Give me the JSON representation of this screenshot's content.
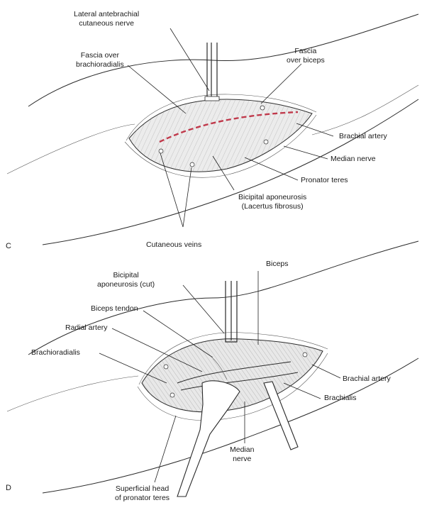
{
  "panels": [
    {
      "letter": "C",
      "labels": {
        "lateral_antebrachial_nerve": [
          "Lateral antebrachial",
          "cutaneous nerve"
        ],
        "fascia_brachioradialis": [
          "Fascia over",
          "brachioradialis"
        ],
        "fascia_biceps": [
          "Fascia",
          "over biceps"
        ],
        "brachial_artery": "Brachial artery",
        "median_nerve": "Median nerve",
        "pronator_teres": "Pronator teres",
        "bicipital_aponeurosis": [
          "Bicipital aponeurosis",
          "(Lacertus fibrosus)"
        ],
        "cutaneous_veins": "Cutaneous veins"
      }
    },
    {
      "letter": "D",
      "labels": {
        "biceps": "Biceps",
        "bicipital_aponeurosis_cut": [
          "Bicipital",
          "aponeurosis (cut)"
        ],
        "biceps_tendon": "Biceps tendon",
        "radial_artery": "Radial artery",
        "brachioradialis": "Brachioradialis",
        "brachial_artery": "Brachial artery",
        "brachialis": "Brachialis",
        "median_nerve": [
          "Median",
          "nerve"
        ],
        "superficial_head": [
          "Superficial head",
          "of pronator teres"
        ]
      }
    }
  ],
  "colors": {
    "ink": "#2a2a2a",
    "incision": "#c0394b",
    "tissue": "#e6e6e6"
  }
}
